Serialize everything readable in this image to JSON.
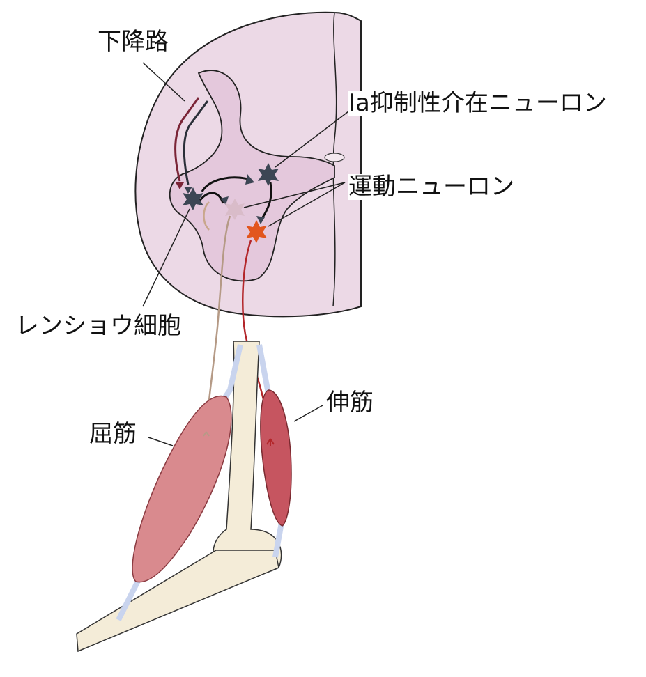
{
  "labels": {
    "descending_tract": "下降路",
    "ia_interneuron": "Ia抑制性介在ニューロン",
    "motor_neuron": "運動ニューロン",
    "renshaw_cell": "レンショウ細胞",
    "extensor": "伸筋",
    "flexor": "屈筋"
  },
  "colors": {
    "white_matter": "#ecd9e6",
    "gray_matter": "#e4c8dc",
    "neuron_dark": "#3c4654",
    "motor_neuron_active": "#e2561e",
    "motor_neuron_pale": "#d9bcc9",
    "extensor_muscle": "#c65560",
    "flexor_muscle": "#d98a8e",
    "axon_red": "#b3262a",
    "axon_tan": "#b59a86"
  }
}
